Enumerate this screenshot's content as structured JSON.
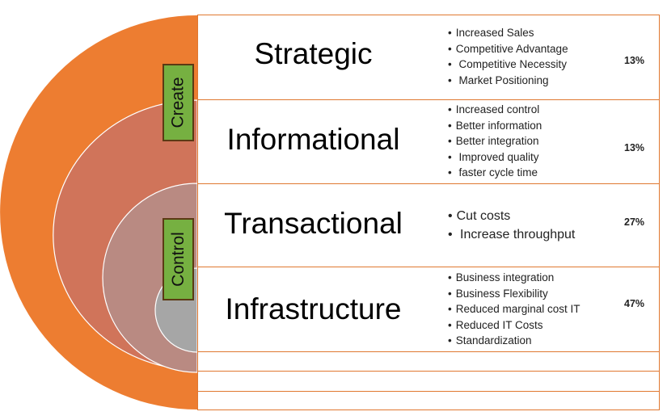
{
  "layers": [
    {
      "title": "Strategic",
      "bullets": [
        "Increased Sales",
        "Competitive Advantage",
        " Competitive Necessity",
        " Market Positioning"
      ],
      "percent": "13%"
    },
    {
      "title": "Informational",
      "bullets": [
        "Increased control",
        "Better information",
        "Better integration",
        " Improved quality",
        " faster cycle time"
      ],
      "percent": "13%"
    },
    {
      "title": "Transactional",
      "bullets": [
        "Cut costs",
        " Increase throughput"
      ],
      "percent": "27%"
    },
    {
      "title": "Infrastructure",
      "bullets": [
        "Business integration",
        "Business Flexibility",
        "Reduced marginal cost IT",
        "Reduced IT Costs",
        "Standardization"
      ],
      "percent": "47%"
    }
  ],
  "levers": {
    "create": "Create",
    "control": "Control"
  },
  "colors": {
    "outer_arc": "#ed7d31",
    "second_arc": "#d0745a",
    "third_arc": "#b98a82",
    "inner_arc": "#a6a6a6",
    "border": "#e07830",
    "lever_fill": "#76b041",
    "lever_border": "#5b3a14"
  }
}
